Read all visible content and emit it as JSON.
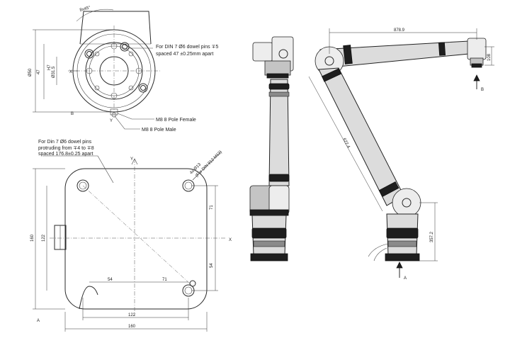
{
  "top_view": {
    "chamfer_dim": "8x45°",
    "dowel_note": [
      "For DIN 7 Ø6 dowel pins ∓5",
      "spaced 47 ±0.25mm apart"
    ],
    "dims": {
      "d50": "Ø50",
      "d47": "47",
      "h7": "H7",
      "d315": "Ø31.5"
    },
    "axis_x": "X",
    "axis_y": "Y",
    "view_label": "B",
    "connector_female": "M8 8 Pole Female",
    "connector_male": "M8 8 Pole Male"
  },
  "base_view": {
    "dowel_note": [
      "For Din 7 Ø6 dowel pins",
      "protruding from ∓4 to ∓8",
      "spaced 176.8±0.25 apart"
    ],
    "hole_note": [
      "4x Ø13",
      "(For DIN 912 M12)"
    ],
    "dims": {
      "height_outer": "160",
      "height_inner": "122",
      "right_upper": "71",
      "right_lower": "54",
      "bottom_left": "54",
      "bottom_right": "71",
      "width_inner": "122",
      "width_outer": "160"
    },
    "axis_x": "X",
    "axis_y": "Y",
    "view_label": "A"
  },
  "side_view": {
    "reach": "878.9",
    "flange_h": "108",
    "forearm_len": "622.4",
    "base_h": "357.2",
    "label_a": "A",
    "label_b": "B"
  }
}
